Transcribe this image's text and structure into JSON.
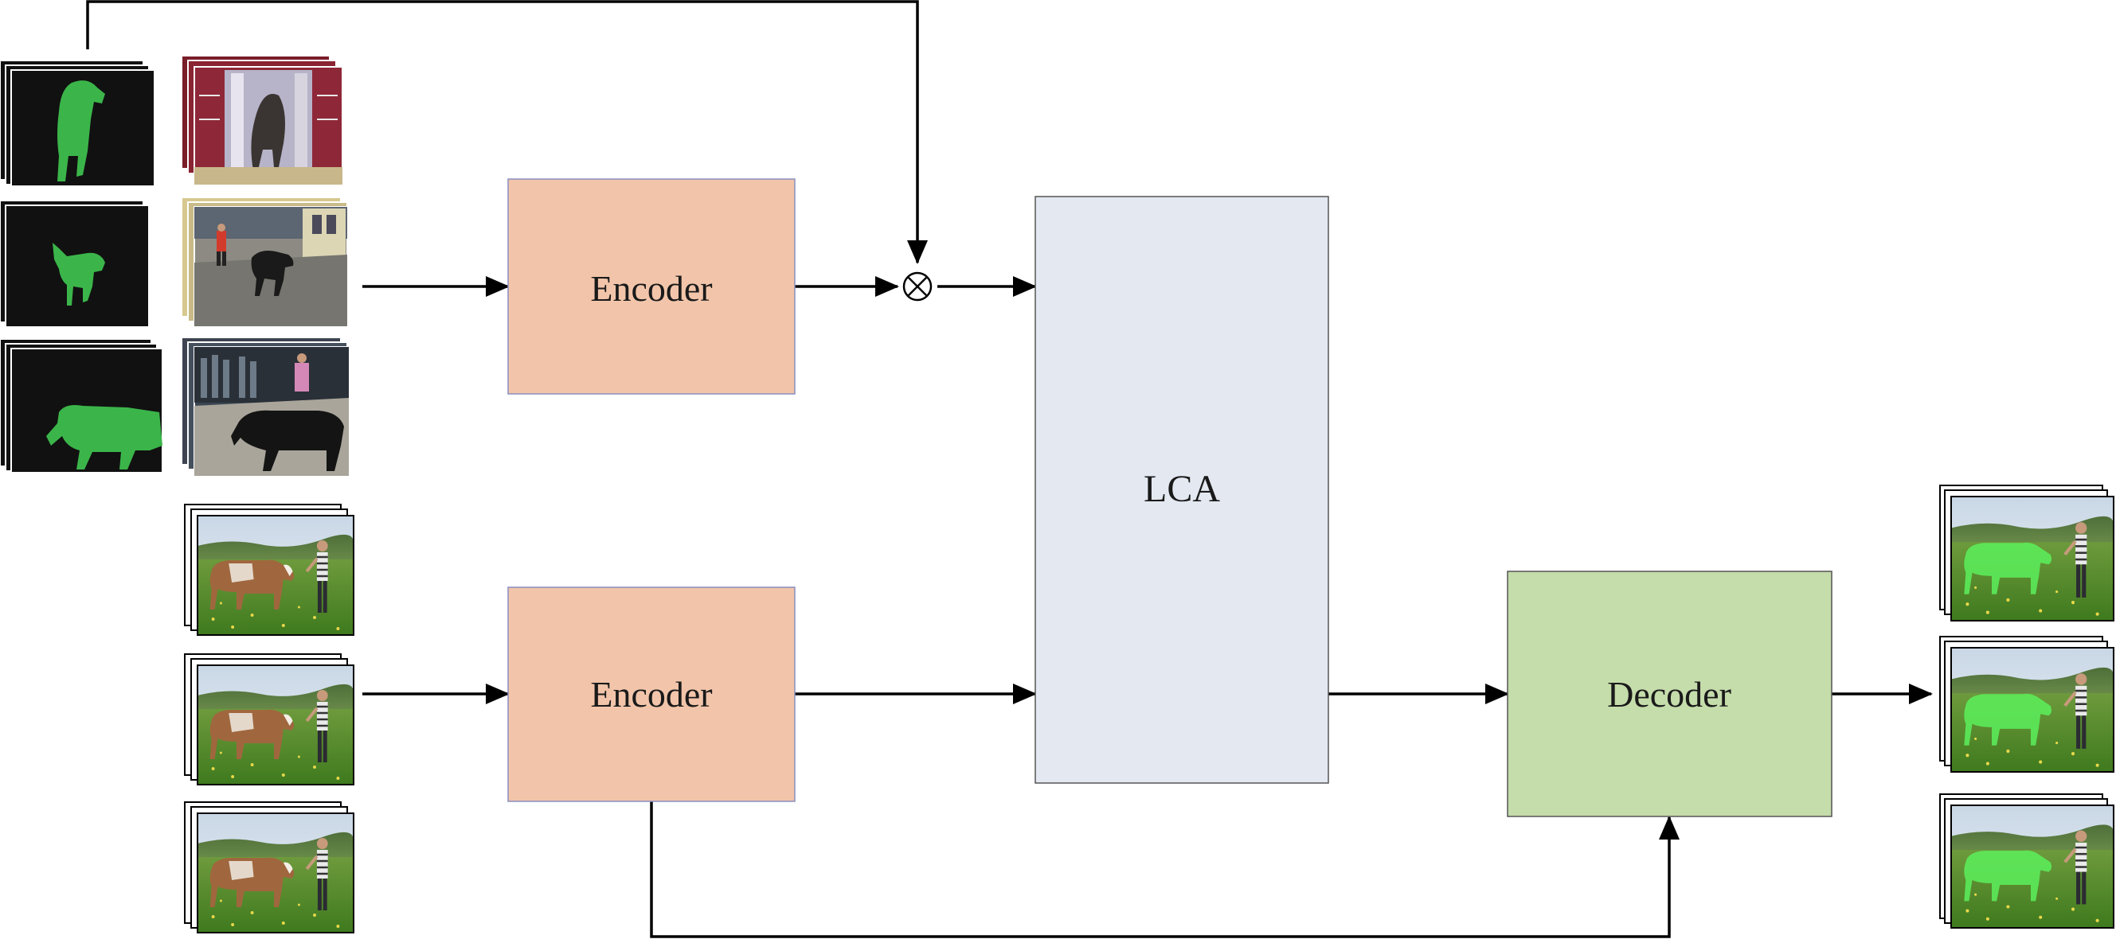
{
  "blocks": {
    "encoder_top": {
      "label": "Encoder"
    },
    "encoder_bottom": {
      "label": "Encoder"
    },
    "lca": {
      "label": "LCA"
    },
    "decoder": {
      "label": "Decoder"
    }
  },
  "operators": {
    "multiply": {
      "symbol": "⊗"
    }
  },
  "colors": {
    "encoder_fill": "#f2c5aa",
    "lca_fill": "#e3e8f1",
    "decoder_fill": "#c5dcab",
    "mask_green": "#3bb54a",
    "mask_background": "#111111",
    "overlay_green": "#5cf05c",
    "arrow": "#000000"
  },
  "groups": {
    "reference_masks": {
      "frames": 3,
      "stacked": 3
    },
    "reference_frames": {
      "frames": 3,
      "stacked": 3
    },
    "query_frames": {
      "frames": 3,
      "stacked": 3
    },
    "output_frames": {
      "frames": 3,
      "stacked": 3
    }
  }
}
